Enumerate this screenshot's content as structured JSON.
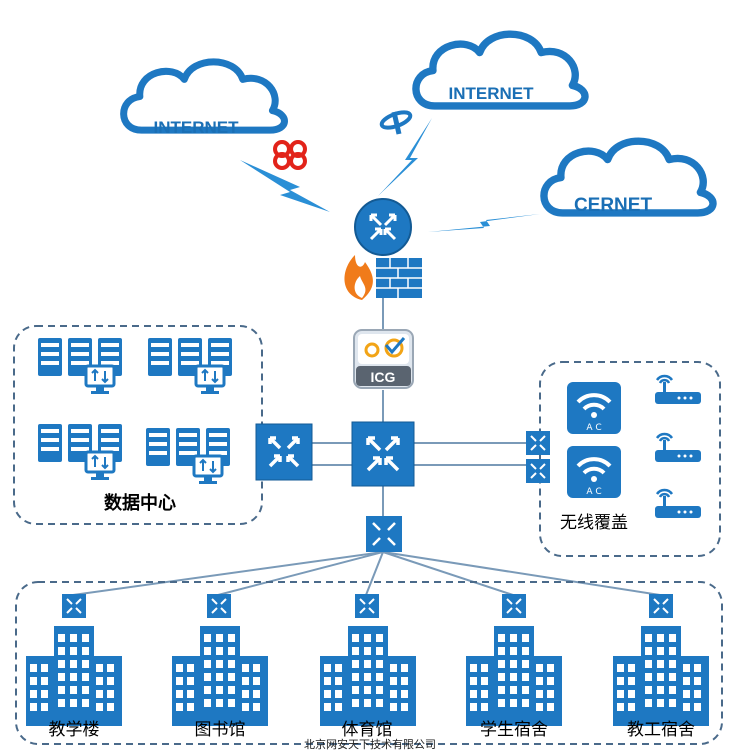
{
  "clouds": {
    "internet_left": "INTERNET",
    "internet_top": "INTERNET",
    "cernet": "CERNET"
  },
  "icg": {
    "label": "ICG"
  },
  "datacenter": {
    "label": "数据中心"
  },
  "wireless": {
    "label": "无线覆盖",
    "ac_label": "A C"
  },
  "buildings": [
    "教学楼",
    "图书馆",
    "体育馆",
    "学生宿舍",
    "教工宿舍"
  ],
  "footer": {
    "watermark": "北京网安天下技术有限公司"
  },
  "colors": {
    "primary": "#1a6fb5",
    "node": "#1e78c2",
    "isp_unicom": "#e2231a",
    "fire": "#f07b1a",
    "dash_border": "#4a6a8a",
    "line": "#7a9ab8"
  },
  "icons": [
    "cloud",
    "router",
    "firewall",
    "switch",
    "server",
    "wifi-ac",
    "wireless-ap",
    "building",
    "lightning"
  ]
}
